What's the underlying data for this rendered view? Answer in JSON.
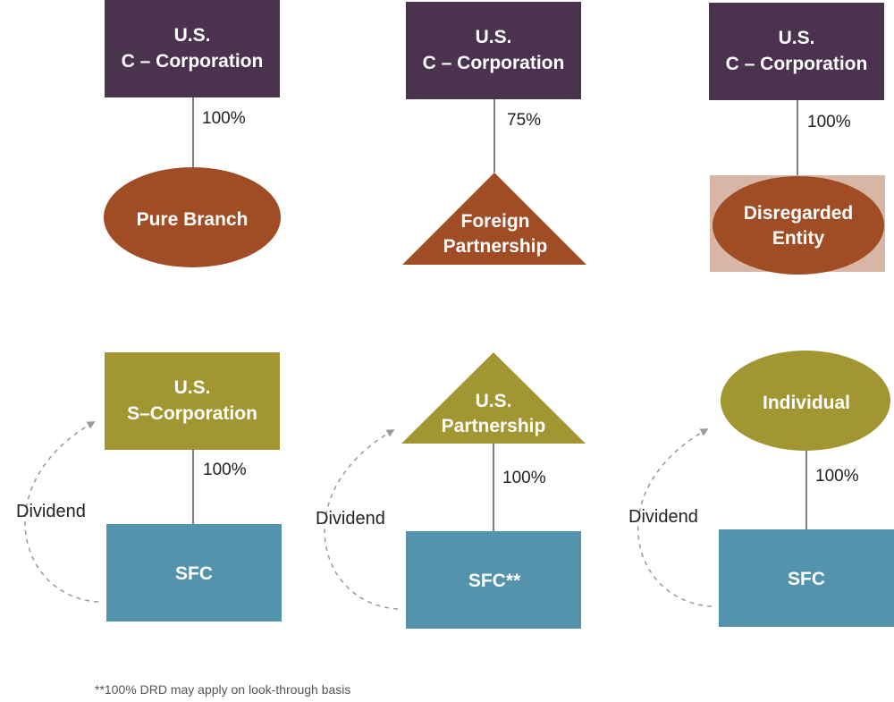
{
  "colors": {
    "purple": "#4b3350",
    "rust": "#a04d25",
    "rust_bg": "#d8b6a6",
    "olive": "#a29633",
    "teal": "#5393ab",
    "line": "#555555",
    "dashed": "#9a9a9a"
  },
  "top_row": [
    {
      "parent": {
        "line1": "U.S.",
        "line2": "C – Corporation"
      },
      "ownership": "100%",
      "child": {
        "shape": "ellipse",
        "line1": "Pure Branch"
      }
    },
    {
      "parent": {
        "line1": "U.S.",
        "line2": "C – Corporation"
      },
      "ownership": "75%",
      "child": {
        "shape": "triangle",
        "line1": "Foreign",
        "line2": "Partnership"
      }
    },
    {
      "parent": {
        "line1": "U.S.",
        "line2": "C – Corporation"
      },
      "ownership": "100%",
      "child": {
        "shape": "ellipse-in-box",
        "line1": "Disregarded",
        "line2": "Entity"
      }
    }
  ],
  "bottom_row": [
    {
      "parent": {
        "shape": "rectangle",
        "line1": "U.S.",
        "line2": "S–Corporation"
      },
      "ownership": "100%",
      "child": {
        "line1": "SFC"
      },
      "flow_label": "Dividend"
    },
    {
      "parent": {
        "shape": "triangle",
        "line1": "U.S.",
        "line2": "Partnership"
      },
      "ownership": "100%",
      "child": {
        "line1": "SFC**"
      },
      "flow_label": "Dividend"
    },
    {
      "parent": {
        "shape": "ellipse",
        "line1": "Individual"
      },
      "ownership": "100%",
      "child": {
        "line1": "SFC"
      },
      "flow_label": "Dividend"
    }
  ],
  "footnote": "**100% DRD may apply on look-through basis"
}
